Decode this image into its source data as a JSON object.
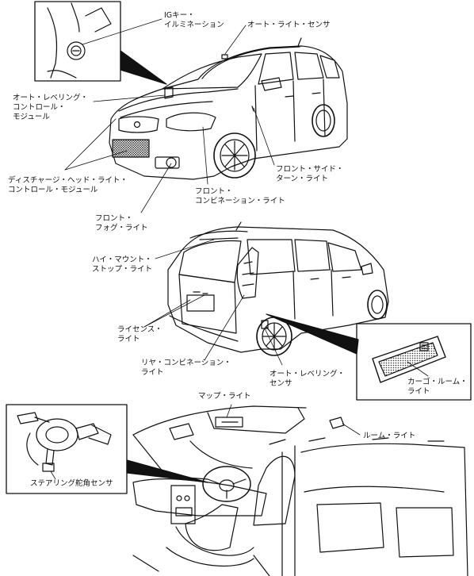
{
  "labels": {
    "ig_key_illumination": [
      "IGキー・",
      "イルミネーション"
    ],
    "auto_light_sensor": [
      "オート・ライト・センサ"
    ],
    "auto_leveling_module": [
      "オート・レベリング・",
      "コントロール・",
      "モジュール"
    ],
    "discharge_headlight_module": [
      "ディスチャージ・ヘッド・ライト・",
      "コントロール・モジュール"
    ],
    "front_side_turn_light": [
      "フロント・サイド・",
      "ターン・ライト"
    ],
    "front_combination_light": [
      "フロント・",
      "コンビネーション・ライト"
    ],
    "front_fog_light": [
      "フロント・",
      "フォグ・ライト"
    ],
    "high_mount_stop_light": [
      "ハイ・マウント・",
      "ストップ・ライト"
    ],
    "license_light": [
      "ライセンス・",
      "ライト"
    ],
    "rear_combination_light": [
      "リヤ・コンビネーション・",
      "ライト"
    ],
    "auto_leveling_sensor": [
      "オート・レベリング・",
      "センサ"
    ],
    "cargo_room_light": [
      "カーゴ・ルーム・",
      "ライト"
    ],
    "map_light": [
      "マップ・ライト"
    ],
    "room_light": [
      "ルーム・ライト"
    ],
    "steering_angle_sensor": [
      "ステアリング舵角センサ"
    ]
  }
}
